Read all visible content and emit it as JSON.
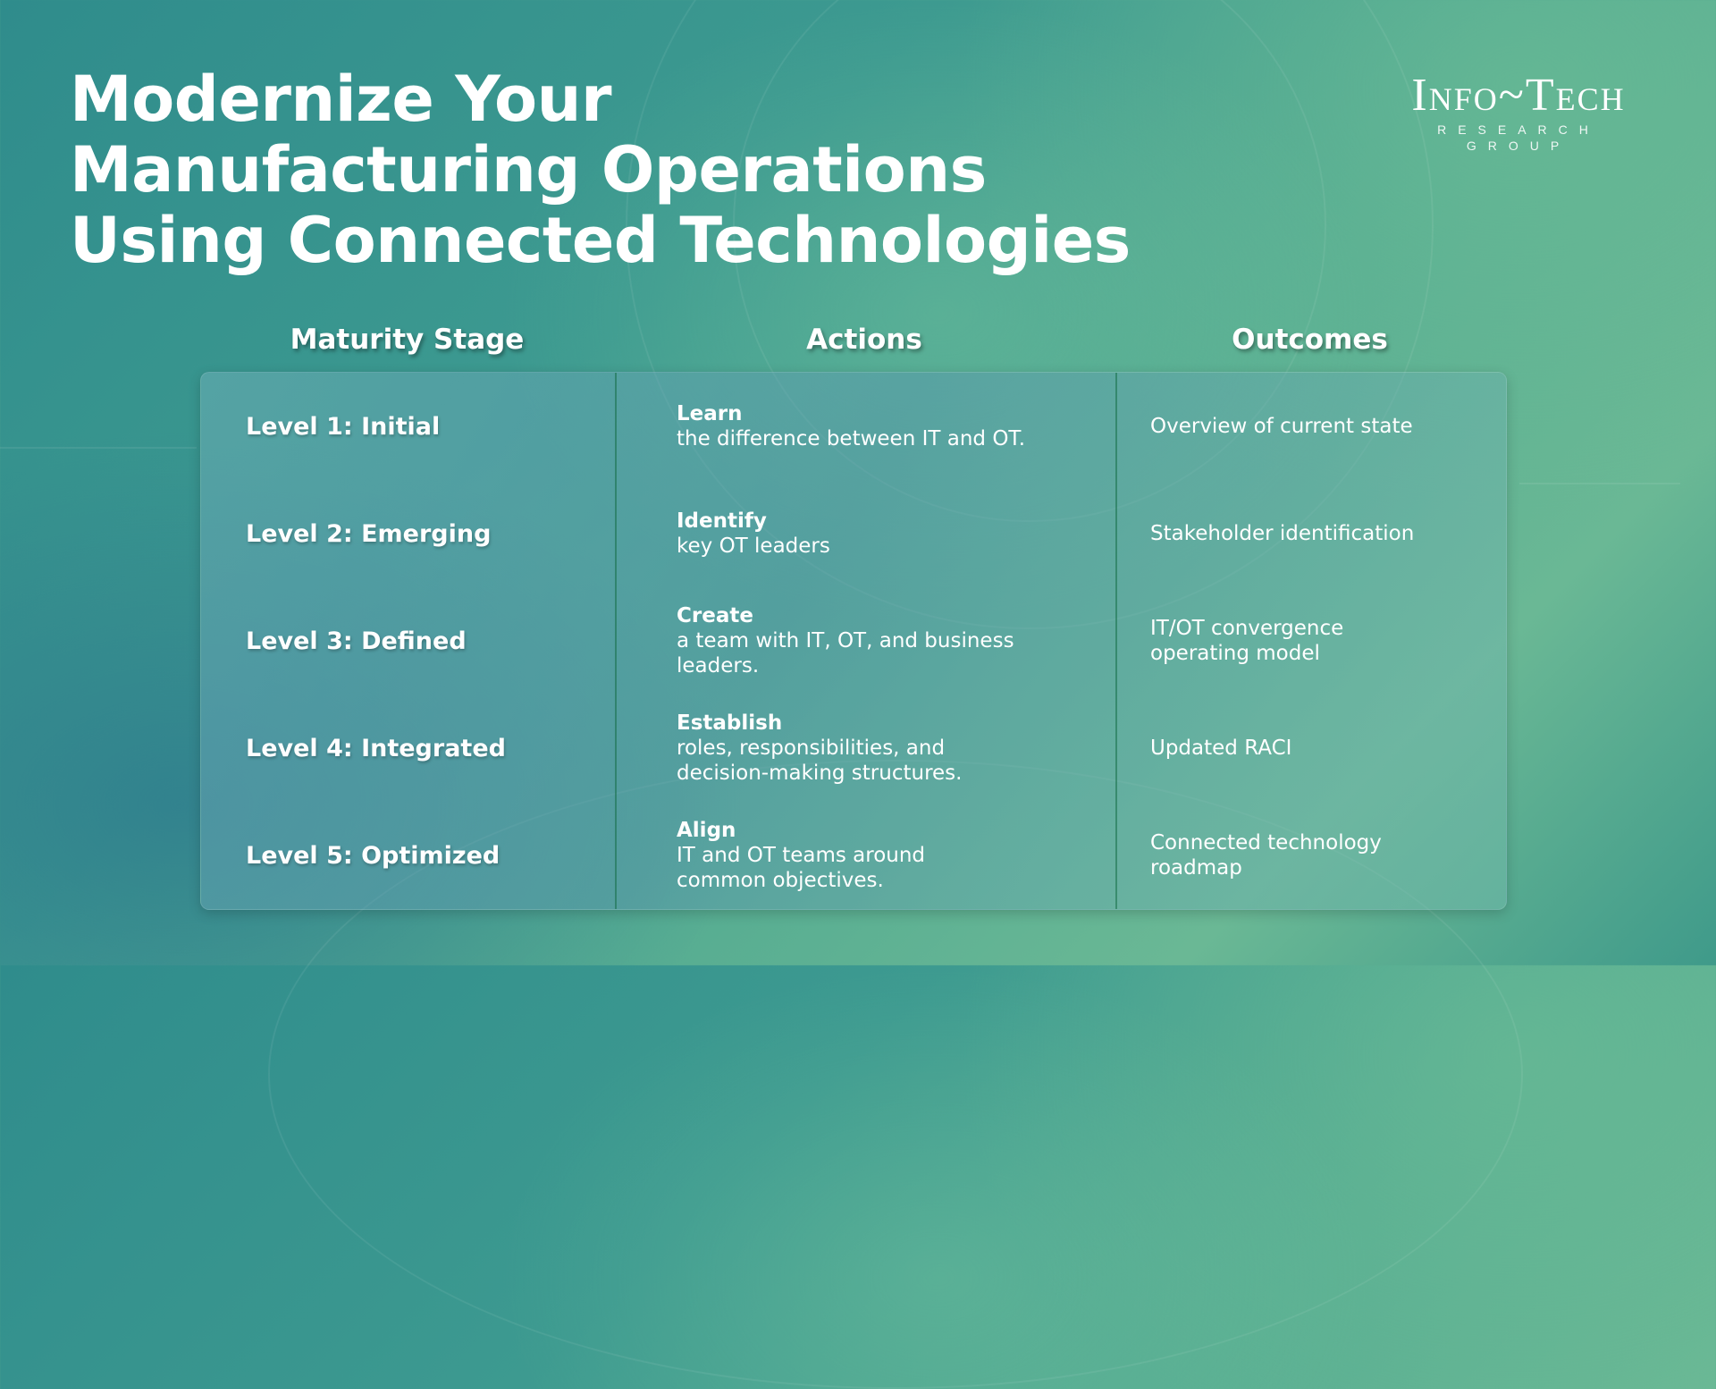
{
  "title": {
    "lines": [
      "Modernize Your",
      "Manufacturing Operations",
      "Using Connected Technologies"
    ]
  },
  "logo": {
    "main": "Info~Tech",
    "sub": "RESEARCH GROUP"
  },
  "table": {
    "headers": [
      "Maturity Stage",
      "Actions",
      "Outcomes"
    ],
    "rows": [
      {
        "stage": "Level 1: Initial",
        "verb": "Learn",
        "action": "the difference between IT and OT.",
        "outcome": "Overview of current state"
      },
      {
        "stage": "Level 2: Emerging",
        "verb": "Identify",
        "action": "key OT leaders",
        "outcome": "Stakeholder identification"
      },
      {
        "stage": "Level 3: Defined",
        "verb": "Create",
        "action": "a team with IT, OT, and business leaders.",
        "outcome": "IT/OT convergence operating model"
      },
      {
        "stage": "Level 4: Integrated",
        "verb": "Establish",
        "action": "roles, responsibilities, and decision-making structures.",
        "outcome": "Updated RACI"
      },
      {
        "stage": "Level 5: Optimized",
        "verb": "Align",
        "action": "IT and OT teams around common objectives.",
        "outcome": "Connected technology roadmap"
      }
    ]
  },
  "colors": {
    "background_teal": "#3d9a90",
    "background_green": "#6ab895",
    "text": "#ffffff"
  }
}
